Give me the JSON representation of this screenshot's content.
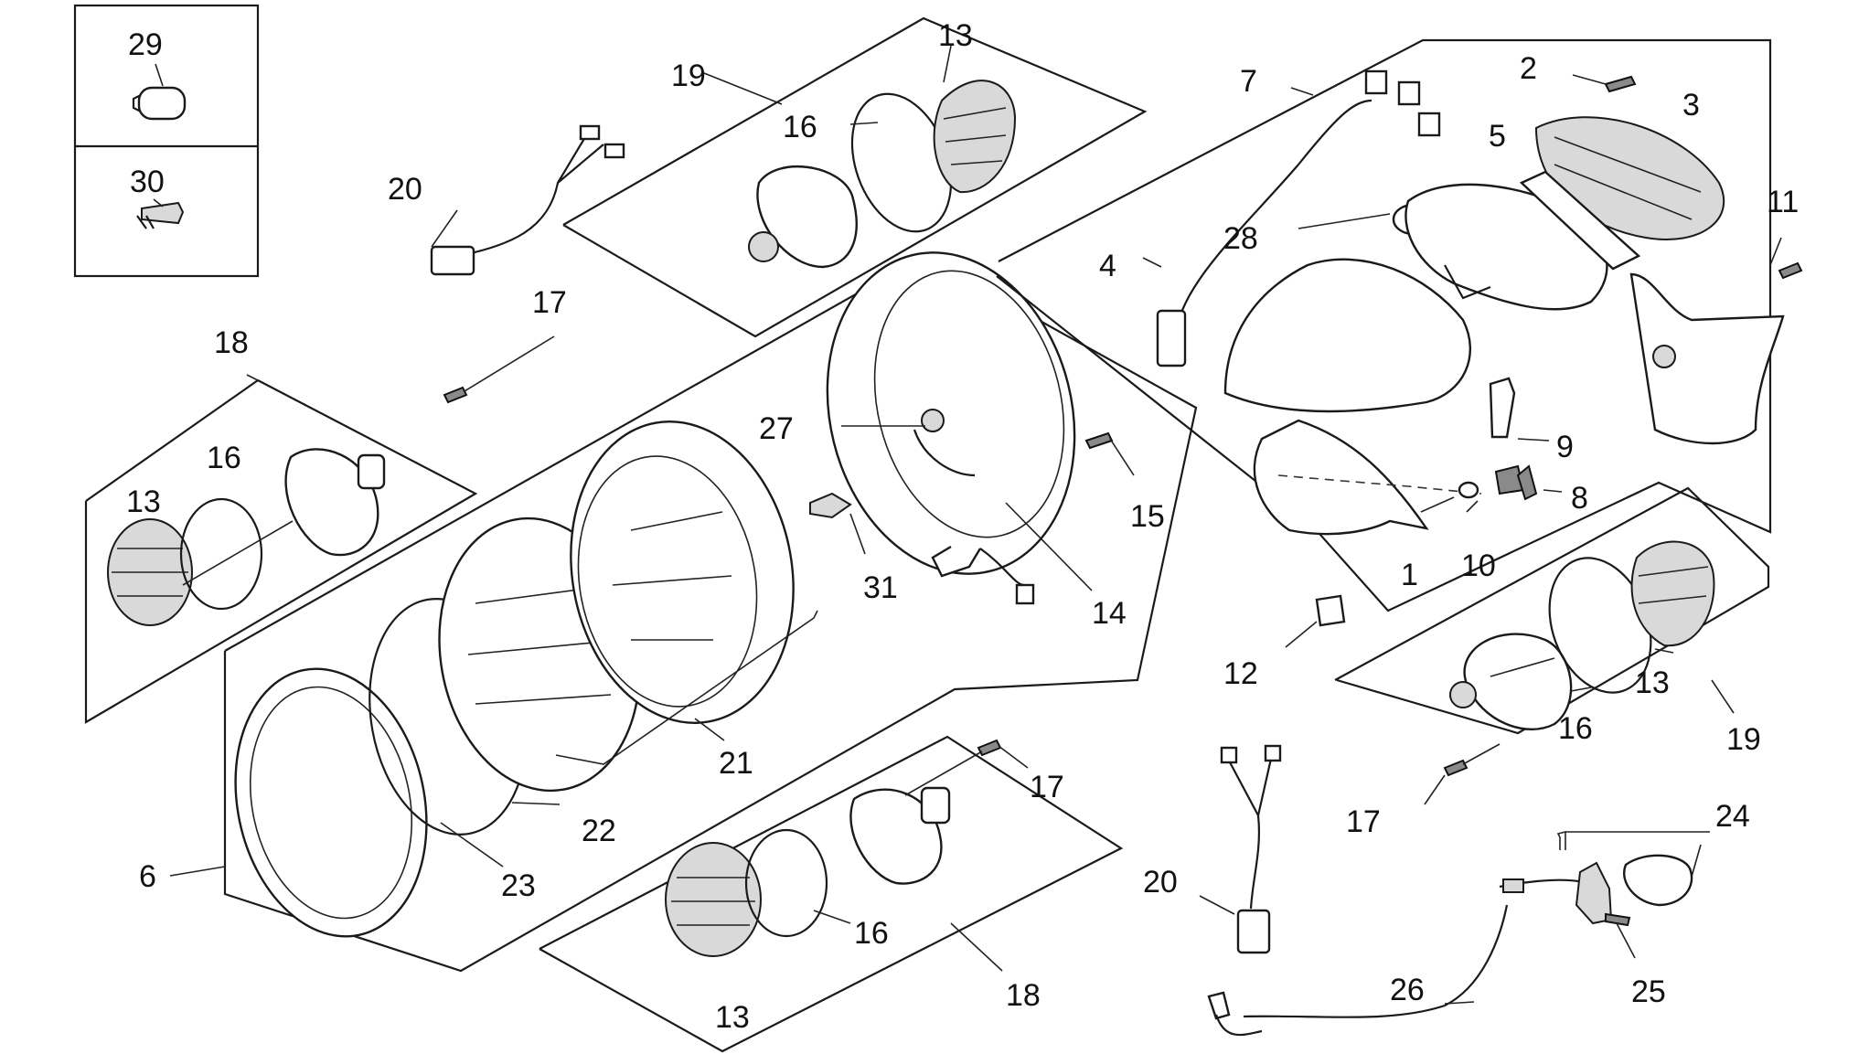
{
  "callouts": [
    {
      "id": "29",
      "label": "29"
    },
    {
      "id": "30",
      "label": "30"
    },
    {
      "id": "19a",
      "label": "19"
    },
    {
      "id": "13a",
      "label": "13"
    },
    {
      "id": "16a",
      "label": "16"
    },
    {
      "id": "20a",
      "label": "20"
    },
    {
      "id": "17a",
      "label": "17"
    },
    {
      "id": "18a",
      "label": "18"
    },
    {
      "id": "16b",
      "label": "16"
    },
    {
      "id": "13b",
      "label": "13"
    },
    {
      "id": "27",
      "label": "27"
    },
    {
      "id": "31",
      "label": "31"
    },
    {
      "id": "15",
      "label": "15"
    },
    {
      "id": "14",
      "label": "14"
    },
    {
      "id": "21",
      "label": "21"
    },
    {
      "id": "22",
      "label": "22"
    },
    {
      "id": "23",
      "label": "23"
    },
    {
      "id": "6",
      "label": "6"
    },
    {
      "id": "7",
      "label": "7"
    },
    {
      "id": "2",
      "label": "2"
    },
    {
      "id": "3",
      "label": "3"
    },
    {
      "id": "5",
      "label": "5"
    },
    {
      "id": "11",
      "label": "11"
    },
    {
      "id": "28",
      "label": "28"
    },
    {
      "id": "4",
      "label": "4"
    },
    {
      "id": "9",
      "label": "9"
    },
    {
      "id": "8",
      "label": "8"
    },
    {
      "id": "1",
      "label": "1"
    },
    {
      "id": "10",
      "label": "10"
    },
    {
      "id": "12",
      "label": "12"
    },
    {
      "id": "13c",
      "label": "13"
    },
    {
      "id": "16c",
      "label": "16"
    },
    {
      "id": "19b",
      "label": "19"
    },
    {
      "id": "17b",
      "label": "17"
    },
    {
      "id": "17c",
      "label": "17"
    },
    {
      "id": "16d",
      "label": "16"
    },
    {
      "id": "13d",
      "label": "13"
    },
    {
      "id": "18b",
      "label": "18"
    },
    {
      "id": "20b",
      "label": "20"
    },
    {
      "id": "24",
      "label": "24"
    },
    {
      "id": "25",
      "label": "25"
    },
    {
      "id": "26",
      "label": "26"
    }
  ]
}
